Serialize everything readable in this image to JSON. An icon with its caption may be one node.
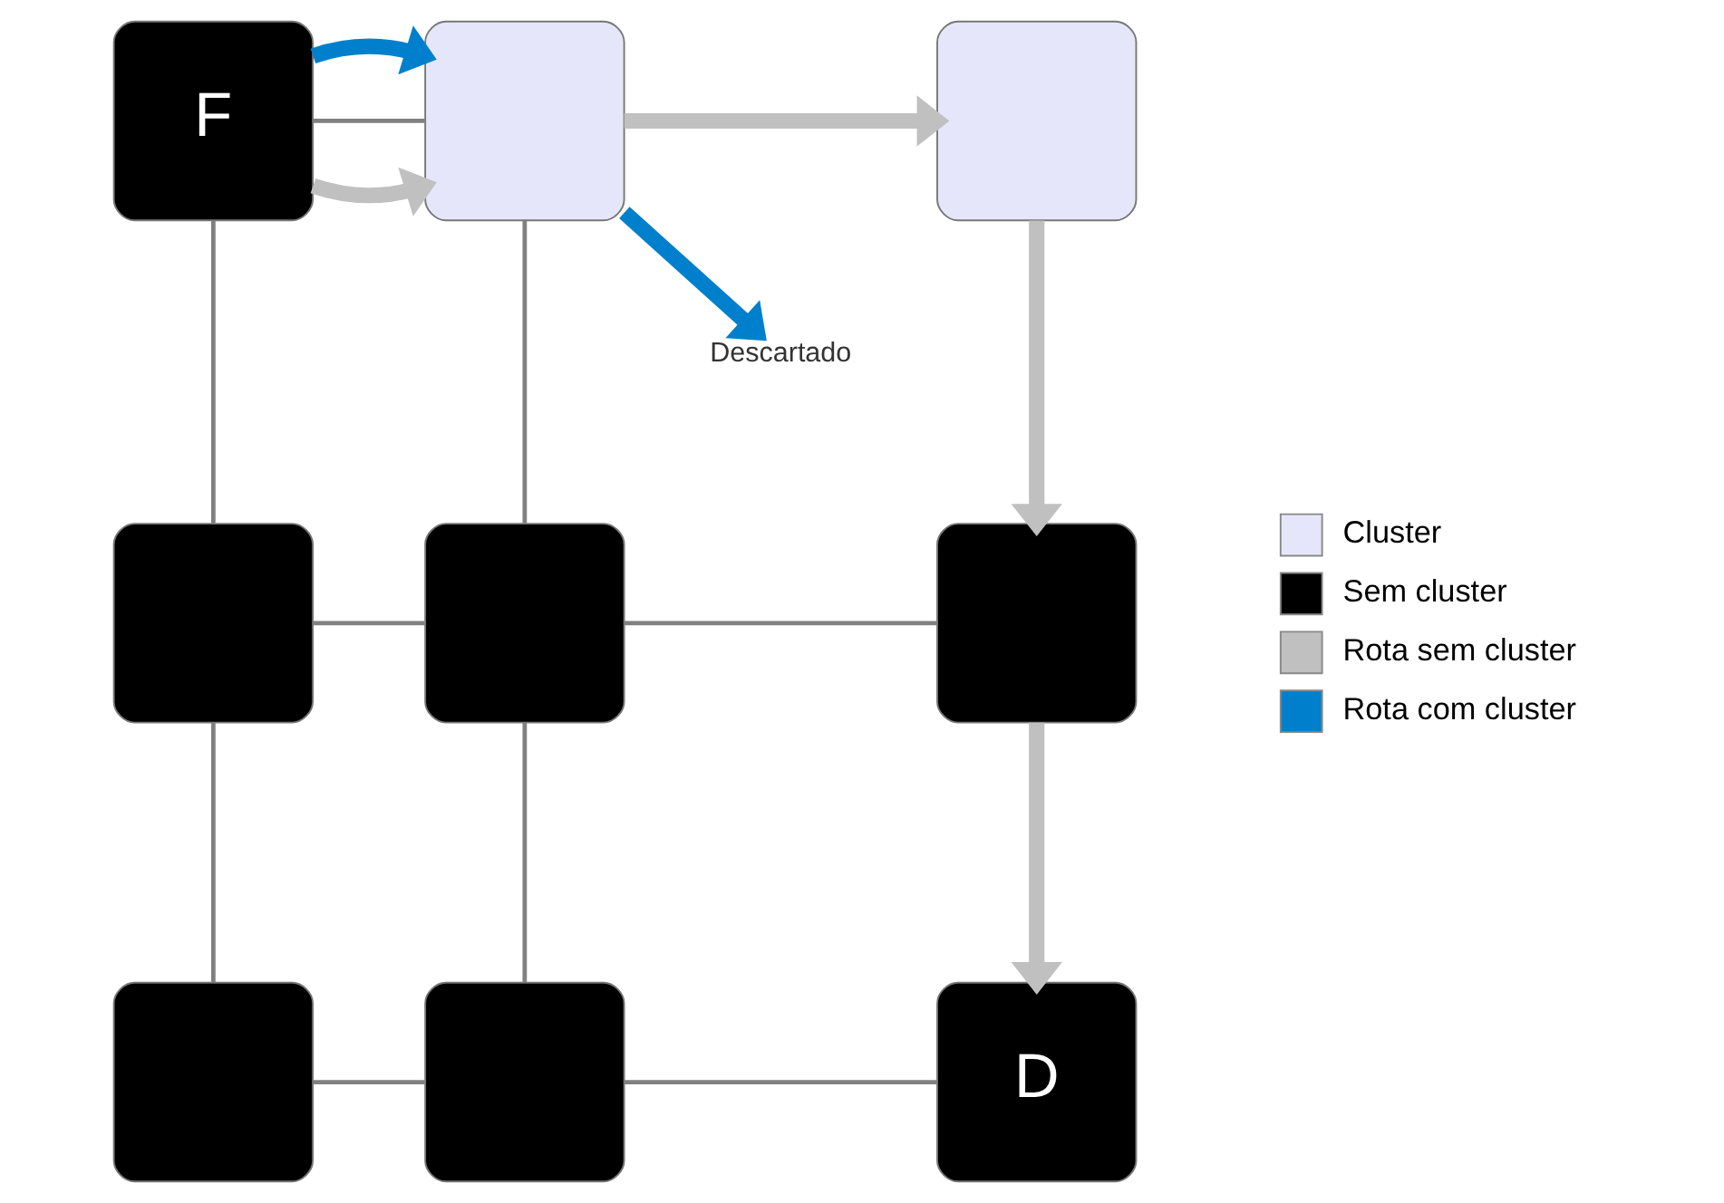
{
  "diagram": {
    "nodes": [
      {
        "text": [
          "F"
        ]
      },
      {
        "text": [],
        "shape": "box"
      },
      {
        "text": [],
        "shape": "box"
      },
      {
        "text": [],
        "shape": "box"
      },
      {
        "text": [],
        "shape": "box"
      },
      {
        "text": [],
        "shape": "box"
      },
      {
        "text": [],
        "shape": "box"
      },
      {
        "text": [],
        "shape": "box"
      },
      {
        "text": [
          "D"
        ]
      },
      {
        "text": [
          "Descartado"
        ]
      }
    ],
    "edges": [
      {
        "from": 0,
        "to": 1,
        "arrow": "to",
        "style": "thick",
        "color": "#c0c0c0"
      },
      {
        "from": 0,
        "to": 1,
        "arrow": "none"
      },
      {
        "from": 0,
        "to": 1,
        "arrow": "to",
        "style": "thick",
        "color": "#0080cc"
      },
      {
        "from": 1,
        "to": 2,
        "arrow": "to",
        "style": "thick",
        "color": "#c0c0c0"
      },
      {
        "from": 1,
        "to": 9,
        "arrow": "to",
        "style": "thick",
        "color": "#0080cc"
      },
      {
        "from": 2,
        "to": 5,
        "arrow": "to",
        "style": "thick",
        "color": "#c0c0c0"
      },
      {
        "from": 5,
        "to": 8,
        "arrow": "to",
        "style": "thick",
        "color": "#c0c0c0"
      },
      {
        "from": 0,
        "to": 3,
        "arrow": "none"
      },
      {
        "from": 1,
        "to": 4,
        "arrow": "none"
      },
      {
        "from": 3,
        "to": 4,
        "arrow": "none"
      },
      {
        "from": 4,
        "to": 5,
        "arrow": "none"
      },
      {
        "from": 3,
        "to": 6,
        "arrow": "none"
      },
      {
        "from": 4,
        "to": 7,
        "arrow": "none"
      },
      {
        "from": 6,
        "to": 7,
        "arrow": "none"
      },
      {
        "from": 7,
        "to": 8,
        "arrow": "none"
      }
    ],
    "legend": [
      {
        "text": "Cluster",
        "color": "#e6e6fa"
      },
      {
        "text": "Sem cluster",
        "color": "#000000"
      },
      {
        "text": "Rota sem cluster",
        "color": "#c0c0c0"
      },
      {
        "text": "Rota com cluster",
        "color": "#0080cc"
      }
    ]
  }
}
